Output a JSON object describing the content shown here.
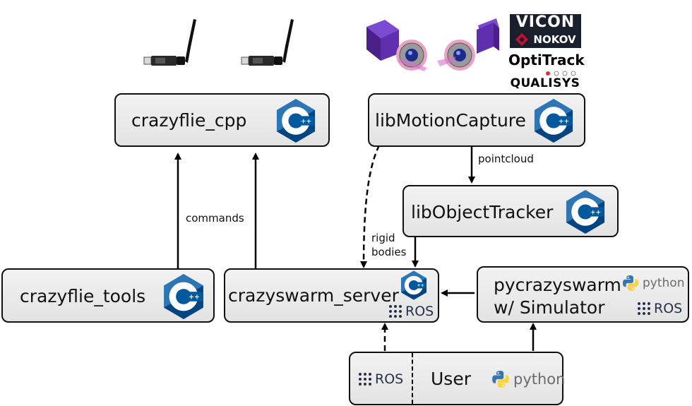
{
  "nodes": {
    "crazyflie_cpp": "crazyflie_cpp",
    "libMotionCapture": "libMotionCapture",
    "libObjectTracker": "libObjectTracker",
    "crazyflie_tools": "crazyflie_tools",
    "crazyswarm_server": "crazyswarm_server",
    "pycrazyswarm_line1": "pycrazyswarm",
    "pycrazyswarm_line2": "w/ Simulator",
    "user": "User"
  },
  "edges": {
    "commands": "commands",
    "pointcloud": "pointcloud",
    "rigid": "rigid",
    "bodies": "bodies"
  },
  "logos": {
    "ros": "ROS",
    "python": "python",
    "cpp_plus": "++"
  },
  "brands": {
    "vicon": "VICON",
    "nokov": "NOKOV",
    "optitrack": "OptiTrack",
    "qualisys": "QUALISYS"
  },
  "colors": {
    "cpp_dark": "#00599c",
    "cpp_light": "#659ad2",
    "ros": "#25304a",
    "python_blue": "#3776ab",
    "python_yellow": "#ffd43b",
    "vicon_bg": "#1a1f2e",
    "nokov_red": "#c8102e",
    "camera_purple": "#5a2a9a"
  }
}
